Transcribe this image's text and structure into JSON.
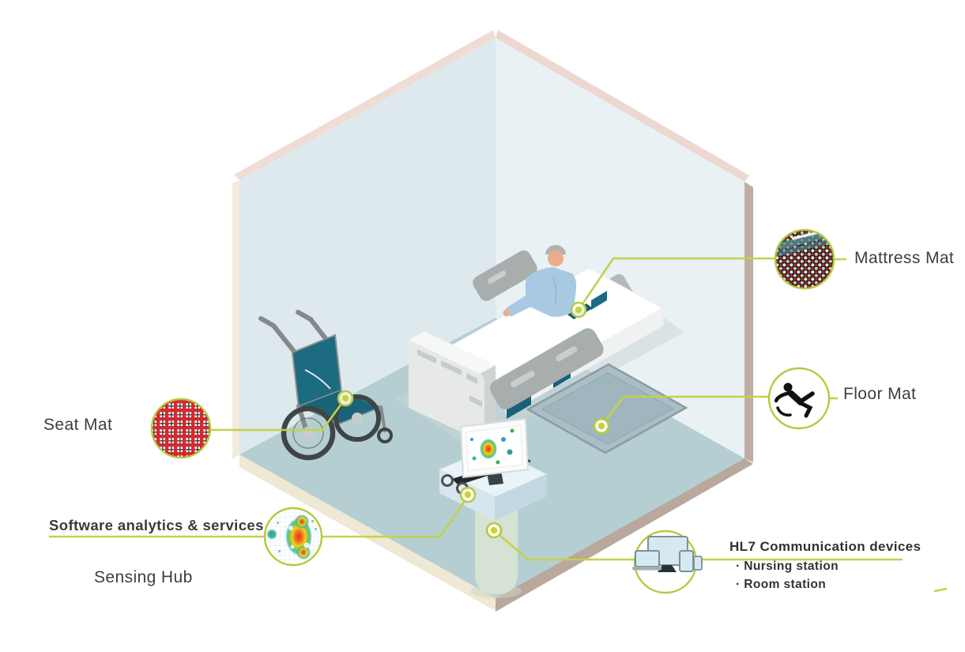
{
  "figure": {
    "type": "isometric-room-diagram",
    "subject": "Smart patient room sensing system"
  },
  "labels": {
    "seat_mat": "Seat Mat",
    "software": "Software analytics & services",
    "sensing_hub": "Sensing Hub",
    "mattress_mat": "Mattress Mat",
    "floor_mat": "Floor Mat",
    "hl7_title": "HL7 Communication devices",
    "hl7_items": [
      "· Nursing station",
      "· Room station"
    ]
  },
  "icons": {
    "seat_mat": "red-grid-sensor-mesh",
    "mattress_mat": "woven-sensor-mesh",
    "floor_mat": "falling-person",
    "software": "pressure-heatmap",
    "hl7": "multi-device-set"
  },
  "colors": {
    "accent_line": "#c3d14c",
    "callout_border": "#b5c93e",
    "wall_left": "#dde9ed",
    "wall_right": "#e9f1f4",
    "floor": "#b4ced1",
    "teal": "#1d6b80",
    "text": "#3d3d3d"
  }
}
